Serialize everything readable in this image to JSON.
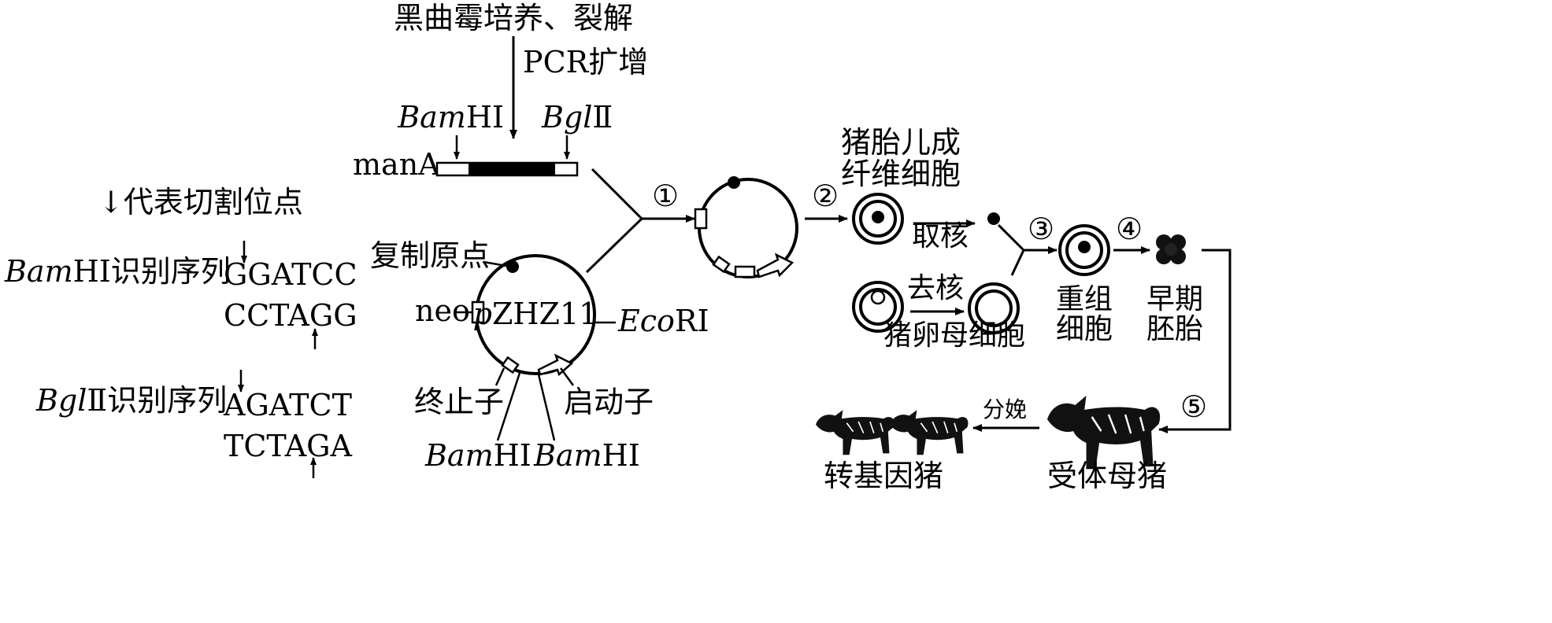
{
  "source": {
    "culture": "黑曲霉培养、裂解",
    "pcr": "PCR扩增",
    "gene": "manA",
    "site_left": {
      "italic": "Bam",
      "roman": "HⅠ"
    },
    "site_right": {
      "italic": "Bgl",
      "roman": "Ⅱ"
    }
  },
  "legend": {
    "arrow_meaning": "↓代表切割位点",
    "bamhi": {
      "italic": "Bam",
      "roman": "HⅠ识别序列",
      "top": "GGATCC",
      "bottom": "CCTAGG"
    },
    "bglii": {
      "italic": "Bgl",
      "roman": "Ⅱ识别序列",
      "top": "AGATCT",
      "bottom": "TCTAGA"
    }
  },
  "plasmid": {
    "name_italic": "p",
    "name_roman": "ZHZ11",
    "origin": "复制原点",
    "marker": "neo",
    "ecori_italic": "Eco",
    "ecori_roman": "RⅠ",
    "terminator": "终止子",
    "promoter": "启动子",
    "bam1_italic": "Bam",
    "bam1_roman": "HⅠ",
    "bam2_italic": "Bam",
    "bam2_roman": "HⅠ"
  },
  "steps": {
    "s1": "①",
    "s2": "②",
    "s3": "③",
    "s4": "④",
    "s5": "⑤"
  },
  "cells": {
    "fibroblast_line1": "猪胎儿成",
    "fibroblast_line2": "纤维细胞",
    "take_nucleus": "取核",
    "remove_nucleus": "去核",
    "oocyte": "猪卵母细胞",
    "recombinant_line1": "重组",
    "recombinant_line2": "细胞",
    "embryo_line1": "早期",
    "embryo_line2": "胚胎"
  },
  "pigs": {
    "birth": "分娩",
    "transgenic": "转基因猪",
    "recipient": "受体母猪"
  }
}
